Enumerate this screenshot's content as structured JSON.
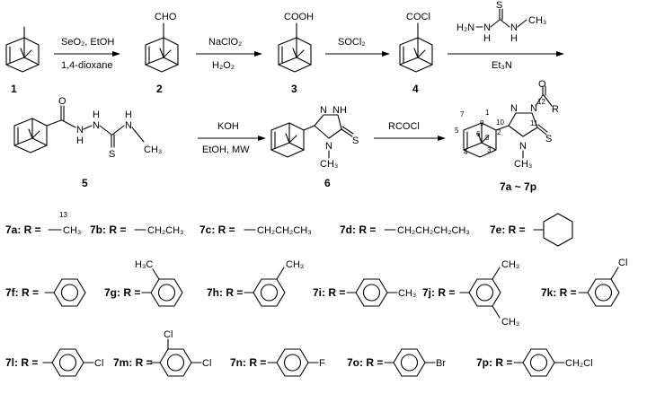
{
  "compounds": {
    "c1": "1",
    "c2": "2",
    "c3": "3",
    "c4": "4",
    "c5": "5",
    "c6": "6",
    "c7": "7a ~ 7p"
  },
  "groups": {
    "cho": "CHO",
    "cooh": "COOH",
    "cocl": "COCl",
    "thio_h2n": "H₂N",
    "thio_n": "N",
    "thio_h": "H",
    "thio_s": "S",
    "thio_nh": "N",
    "thio_h2": "H",
    "thio_ch3": "CH₃",
    "sub5_n1": "N",
    "sub5_h1": "H",
    "sub5_n2": "N",
    "sub5_h2": "H",
    "sub5_n3": "N",
    "sub5_h3": "H",
    "sub5_s": "S",
    "sub5_ch3": "CH₃",
    "o": "O",
    "tr_n1": "N",
    "tr_nh": "NH",
    "tr_n4": "N",
    "tr_s": "S",
    "tr_ch3": "CH₃",
    "p_n1": "N",
    "p_n2": "N",
    "p_n4": "N",
    "p_s": "S",
    "p_o": "O",
    "p_r": "R",
    "p_ch3": "CH₃"
  },
  "reagents": {
    "r1_top": "SeO₂, EtOH",
    "r1_bottom": "1,4-dioxane",
    "r2_top": "NaClO₂",
    "r2_bottom": "H₂O₂",
    "r3_top": "SOCl₂",
    "r4_bottom": "Et₃N",
    "r5_top": "KOH",
    "r5_bottom": "EtOH, MW",
    "r6_top": "RCOCl"
  },
  "numbering": [
    "1",
    "2",
    "3",
    "4",
    "5",
    "6",
    "7",
    "8",
    "9",
    "10",
    "11",
    "12"
  ],
  "r_labels": [
    "7a: R =",
    "7b: R =",
    "7c: R =",
    "7d: R =",
    "7e: R =",
    "7f: R =",
    "7g: R =",
    "7h: R =",
    "7i: R =",
    "7j: R =",
    "7k: R =",
    "7l: R =",
    "7m: R =",
    "7n: R =",
    "7o: R =",
    "7p: R ="
  ],
  "r_groups": {
    "a_tail": "CH₃",
    "b_tail": "CH₂CH₃",
    "c_tail": "CH₂CH₂CH₃",
    "d_tail": "CH₂CH₂CH₂CH₃",
    "g_sub": "H₃C",
    "h_sub": "CH₃",
    "i_sub": "CH₃",
    "j_sub1": "CH₃",
    "j_sub2": "CH₃",
    "k_sub": "Cl",
    "l_sub": "Cl",
    "m_sub1": "Cl",
    "m_sub2": "Cl",
    "n_sub": "F",
    "o_sub": "Br",
    "p_sub": "CH₂Cl"
  },
  "separator": ","
}
